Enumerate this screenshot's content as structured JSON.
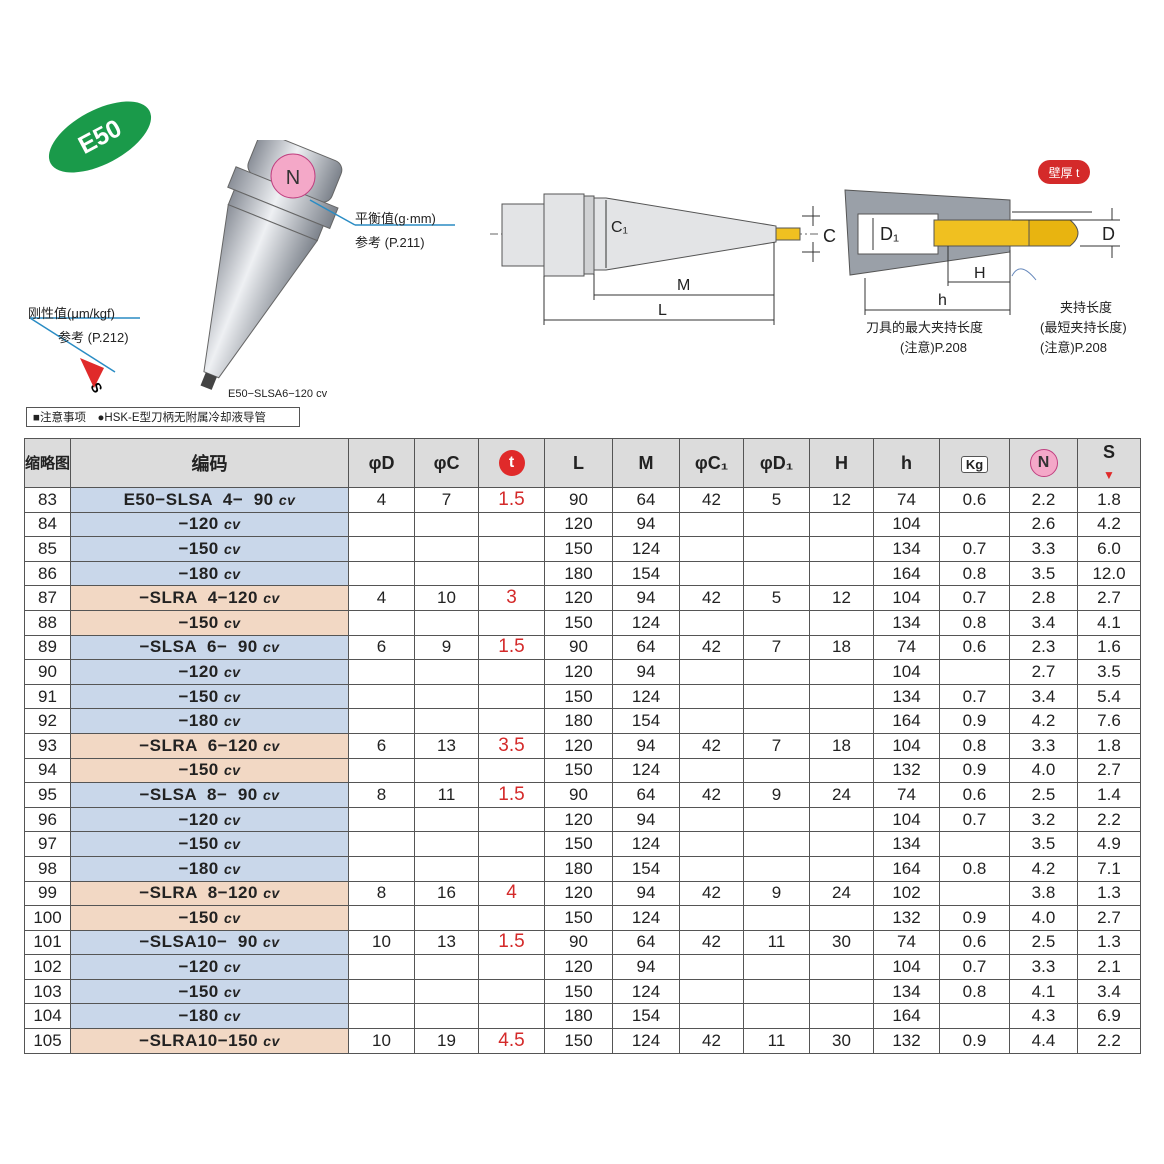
{
  "badge": "E50",
  "holder_n": "N",
  "holder_s": "S",
  "balance_label": "平衡值(g·mm)",
  "balance_ref": "参考 (P.211)",
  "rigidity_label": "刚性值(μm/kgf)",
  "rigidity_ref": "参考 (P.212)",
  "model_caption": "E50−SLSA6−120 cv",
  "note": "■注意事项　●HSK-E型刀柄无附属冷却液导管",
  "dims": {
    "C1": "C₁",
    "C": "C",
    "M": "M",
    "L": "L",
    "D1": "D₁",
    "D": "D",
    "H": "H",
    "h": "h",
    "wall": "壁厚 t"
  },
  "max_clamp": "刀具的最大夹持长度",
  "max_clamp_ref": "(注意)P.208",
  "clamp_len": "夹持长度",
  "min_clamp": "(最短夹持长度)",
  "min_clamp_ref": "(注意)P.208",
  "headers": {
    "no": "缩略图",
    "code": "编码",
    "D": "φD",
    "C": "φC",
    "t": "t",
    "L": "L",
    "M": "M",
    "C1": "φC₁",
    "D1": "φD₁",
    "H": "H",
    "h": "h",
    "kg": "Kg",
    "N": "N",
    "S": "S"
  },
  "rows": [
    [
      "83",
      "E50−SLSA  4−  90",
      "4",
      "7",
      "1.5",
      "90",
      "64",
      "42",
      "5",
      "12",
      "74",
      "0.6",
      "2.2",
      "1.8"
    ],
    [
      "84",
      "−120",
      "",
      "",
      "",
      "120",
      "94",
      "",
      "",
      "",
      "104",
      "",
      "2.6",
      "4.2"
    ],
    [
      "85",
      "−150",
      "",
      "",
      "",
      "150",
      "124",
      "",
      "",
      "",
      "134",
      "0.7",
      "3.3",
      "6.0"
    ],
    [
      "86",
      "−180",
      "",
      "",
      "",
      "180",
      "154",
      "",
      "",
      "",
      "164",
      "0.8",
      "3.5",
      "12.0"
    ],
    [
      "87",
      "−SLRA  4−120",
      "4",
      "10",
      "3",
      "120",
      "94",
      "42",
      "5",
      "12",
      "104",
      "0.7",
      "2.8",
      "2.7"
    ],
    [
      "88",
      "−150",
      "",
      "",
      "",
      "150",
      "124",
      "",
      "",
      "",
      "134",
      "0.8",
      "3.4",
      "4.1"
    ],
    [
      "89",
      "−SLSA  6−  90",
      "6",
      "9",
      "1.5",
      "90",
      "64",
      "42",
      "7",
      "18",
      "74",
      "0.6",
      "2.3",
      "1.6"
    ],
    [
      "90",
      "−120",
      "",
      "",
      "",
      "120",
      "94",
      "",
      "",
      "",
      "104",
      "",
      "2.7",
      "3.5"
    ],
    [
      "91",
      "−150",
      "",
      "",
      "",
      "150",
      "124",
      "",
      "",
      "",
      "134",
      "0.7",
      "3.4",
      "5.4"
    ],
    [
      "92",
      "−180",
      "",
      "",
      "",
      "180",
      "154",
      "",
      "",
      "",
      "164",
      "0.9",
      "4.2",
      "7.6"
    ],
    [
      "93",
      "−SLRA  6−120",
      "6",
      "13",
      "3.5",
      "120",
      "94",
      "42",
      "7",
      "18",
      "104",
      "0.8",
      "3.3",
      "1.8"
    ],
    [
      "94",
      "−150",
      "",
      "",
      "",
      "150",
      "124",
      "",
      "",
      "",
      "132",
      "0.9",
      "4.0",
      "2.7"
    ],
    [
      "95",
      "−SLSA  8−  90",
      "8",
      "11",
      "1.5",
      "90",
      "64",
      "42",
      "9",
      "24",
      "74",
      "0.6",
      "2.5",
      "1.4"
    ],
    [
      "96",
      "−120",
      "",
      "",
      "",
      "120",
      "94",
      "",
      "",
      "",
      "104",
      "0.7",
      "3.2",
      "2.2"
    ],
    [
      "97",
      "−150",
      "",
      "",
      "",
      "150",
      "124",
      "",
      "",
      "",
      "134",
      "",
      "3.5",
      "4.9"
    ],
    [
      "98",
      "−180",
      "",
      "",
      "",
      "180",
      "154",
      "",
      "",
      "",
      "164",
      "0.8",
      "4.2",
      "7.1"
    ],
    [
      "99",
      "−SLRA  8−120",
      "8",
      "16",
      "4",
      "120",
      "94",
      "42",
      "9",
      "24",
      "102",
      "",
      "3.8",
      "1.3"
    ],
    [
      "100",
      "−150",
      "",
      "",
      "",
      "150",
      "124",
      "",
      "",
      "",
      "132",
      "0.9",
      "4.0",
      "2.7"
    ],
    [
      "101",
      "−SLSA10−  90",
      "10",
      "13",
      "1.5",
      "90",
      "64",
      "42",
      "11",
      "30",
      "74",
      "0.6",
      "2.5",
      "1.3"
    ],
    [
      "102",
      "−120",
      "",
      "",
      "",
      "120",
      "94",
      "",
      "",
      "",
      "104",
      "0.7",
      "3.3",
      "2.1"
    ],
    [
      "103",
      "−150",
      "",
      "",
      "",
      "150",
      "124",
      "",
      "",
      "",
      "134",
      "0.8",
      "4.1",
      "3.4"
    ],
    [
      "104",
      "−180",
      "",
      "",
      "",
      "180",
      "154",
      "",
      "",
      "",
      "164",
      "",
      "4.3",
      "6.9"
    ],
    [
      "105",
      "−SLRA10−150",
      "10",
      "19",
      "4.5",
      "150",
      "124",
      "42",
      "11",
      "30",
      "132",
      "0.9",
      "4.4",
      "2.2"
    ]
  ],
  "row_colors": [
    "blue",
    "blue",
    "blue",
    "blue",
    "pink",
    "pink",
    "blue",
    "blue",
    "blue",
    "blue",
    "pink",
    "pink",
    "blue",
    "blue",
    "blue",
    "blue",
    "pink",
    "pink",
    "blue",
    "blue",
    "blue",
    "blue",
    "pink"
  ],
  "suffix": "cv"
}
